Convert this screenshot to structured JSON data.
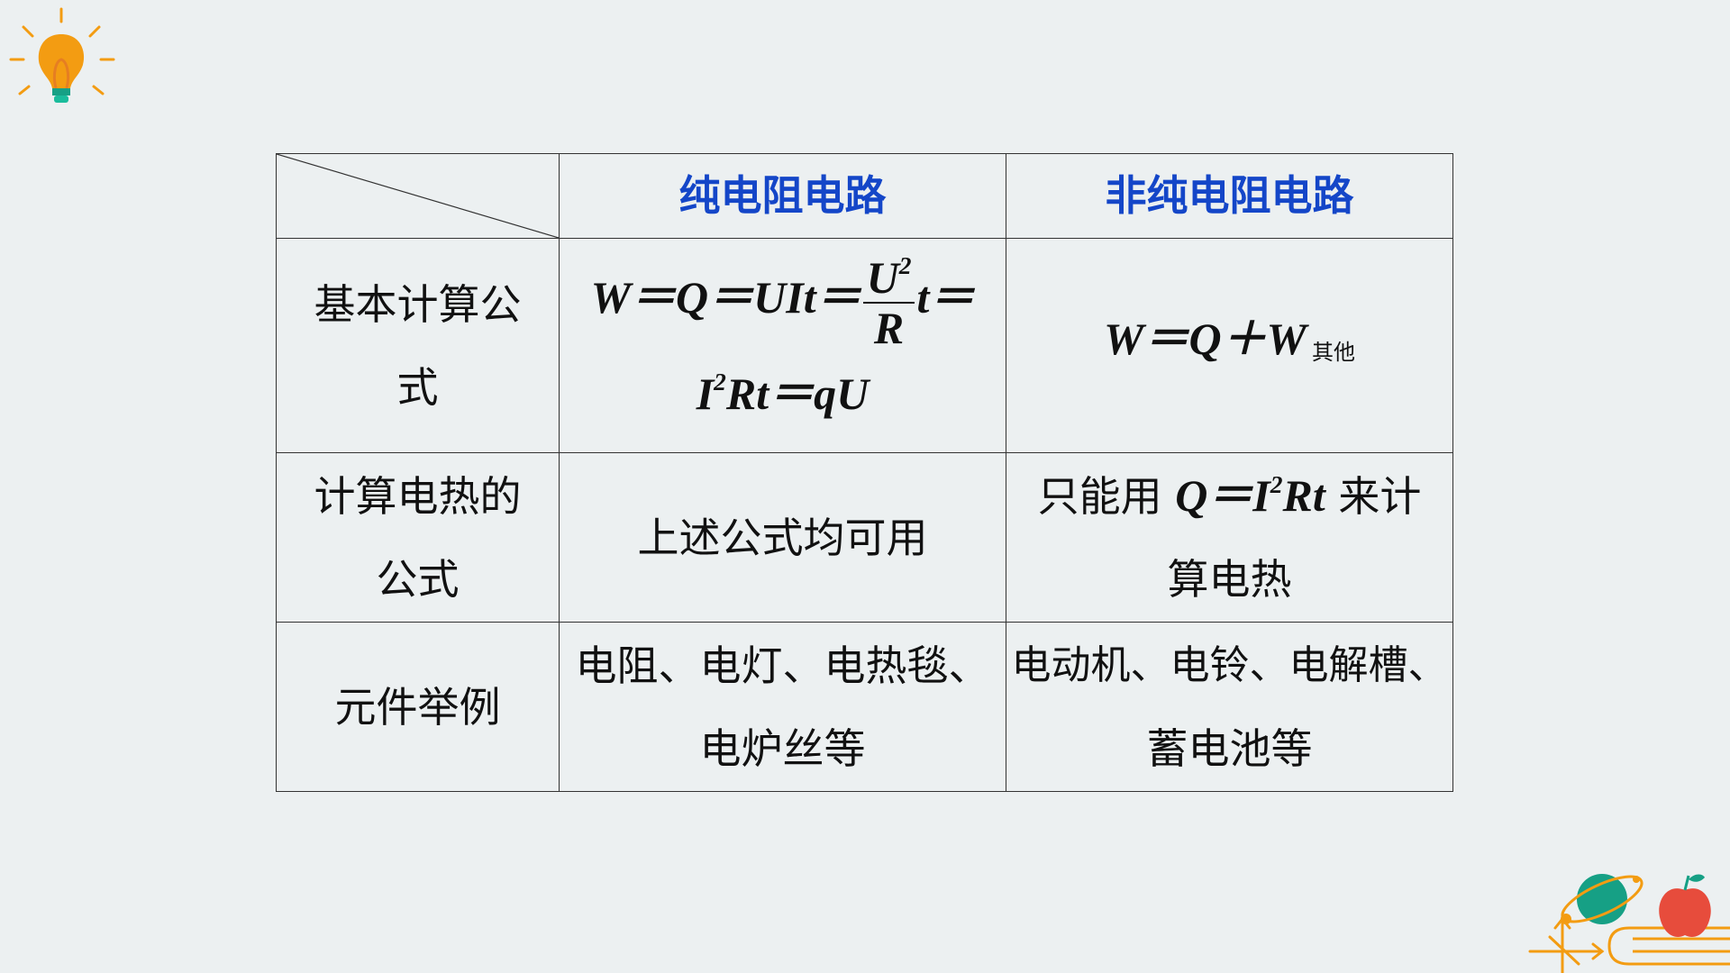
{
  "table": {
    "headers": [
      "纯电阻电路",
      "非纯电阻电路"
    ],
    "rows": [
      {
        "label_line1": "基本计算公",
        "label_line2": "式",
        "pure": {
          "pre": "W＝Q＝UIt＝",
          "frac_num": "U",
          "frac_num_sup": "2",
          "frac_den": "R",
          "post": "t＝",
          "line2_a": "I",
          "line2_sup": "2",
          "line2_b": "Rt＝qU"
        },
        "nonpure": {
          "main": "W＝Q＋W",
          "sub": "其他"
        }
      },
      {
        "label_line1": "计算电热的",
        "label_line2": "公式",
        "pure": {
          "text": "上述公式均可用"
        },
        "nonpure": {
          "pre_cn": "只能用 ",
          "f_a": "Q＝I",
          "f_sup": "2",
          "f_b": "Rt",
          "post_cn": " 来计",
          "line2": "算电热"
        }
      },
      {
        "label": "元件举例",
        "pure": {
          "line1": "电阻、电灯、电热毯、",
          "line2": "电炉丝等"
        },
        "nonpure": {
          "line1": "电动机、电铃、电解槽、",
          "line2": "蓄电池等"
        }
      }
    ]
  },
  "icons": {
    "bulb": "lightbulb-icon",
    "corner": "globe-apple-books-decoration"
  }
}
